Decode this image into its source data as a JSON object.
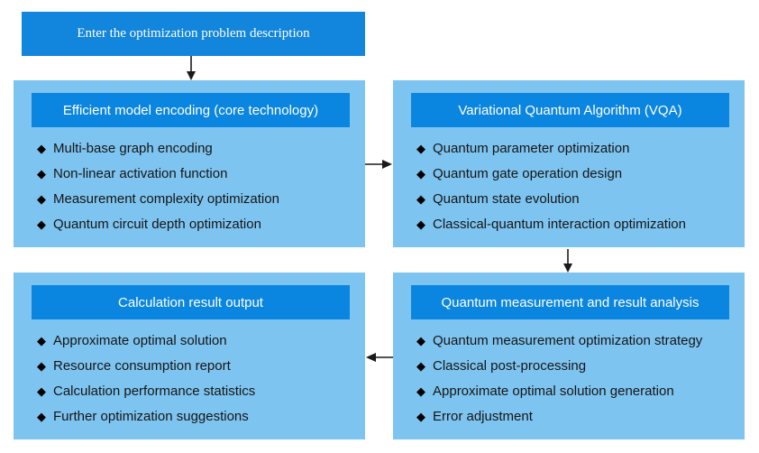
{
  "bullet_glyph": "◆",
  "colors": {
    "accent_blue": "#0B86E0",
    "title_blue": "#1285DC",
    "panel_blue": "#7EC4F0",
    "item_text": "#151515",
    "arrow": "#1a1a1a",
    "background": "#ffffff"
  },
  "title_box": {
    "label": "Enter the optimization problem description"
  },
  "panels": [
    {
      "header": "Efficient model encoding (core technology)",
      "items": [
        "Multi-base graph encoding",
        "Non-linear activation function",
        "Measurement complexity optimization",
        "Quantum circuit depth optimization"
      ]
    },
    {
      "header": "Variational Quantum Algorithm (VQA)",
      "items": [
        "Quantum parameter optimization",
        "Quantum gate operation design",
        "Quantum state evolution",
        "Classical-quantum interaction optimization"
      ]
    },
    {
      "header": "Calculation result output",
      "items": [
        "Approximate optimal solution",
        "Resource consumption report",
        "Calculation performance statistics",
        "Further optimization suggestions"
      ]
    },
    {
      "header": "Quantum measurement and result analysis",
      "items": [
        "Quantum measurement optimization strategy",
        "Classical post-processing",
        "Approximate optimal solution generation",
        "Error adjustment"
      ]
    }
  ],
  "flow": {
    "step1_to_encoding": "down",
    "encoding_to_vqa": "right",
    "vqa_to_measurement": "down",
    "measurement_to_output": "left"
  }
}
